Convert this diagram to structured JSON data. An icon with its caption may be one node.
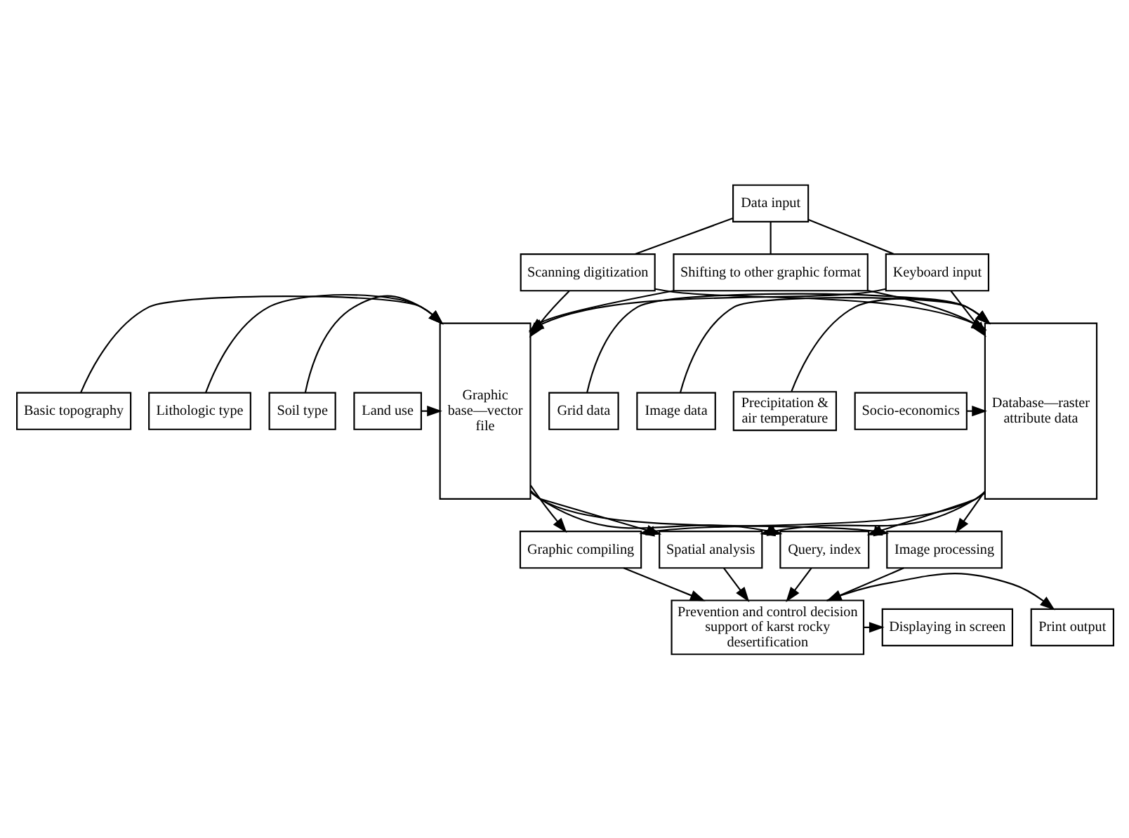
{
  "diagram": {
    "nodes": [
      {
        "text": [
          "Data input"
        ]
      },
      {
        "text": [
          "Scanning digitization"
        ]
      },
      {
        "text": [
          "Shifting to other graphic format"
        ]
      },
      {
        "text": [
          "Keyboard input"
        ]
      },
      {
        "text": [
          "Grid data"
        ]
      },
      {
        "text": [
          "Image data"
        ]
      },
      {
        "text": [
          "Precipitation & air temperature"
        ]
      },
      {
        "text": [
          "Socio-economics"
        ]
      },
      {
        "text": [
          "Database—raster attribute data"
        ]
      },
      {
        "text": [
          "Graphic base—vector file"
        ]
      },
      {
        "text": [
          "Basic topography"
        ]
      },
      {
        "text": [
          "Lithologic type"
        ]
      },
      {
        "text": [
          "Soil type"
        ]
      },
      {
        "text": [
          "Land use"
        ]
      },
      {
        "text": [
          "Query, index"
        ]
      },
      {
        "text": [
          "Image processing"
        ]
      },
      {
        "text": [
          "Graphic compiling"
        ]
      },
      {
        "text": [
          "Spatial analysis"
        ]
      },
      {
        "text": [
          "Prevention and control decision support of karst rocky desertification"
        ]
      },
      {
        "text": [
          "Displaying in screen"
        ]
      },
      {
        "text": [
          "Print output"
        ]
      }
    ],
    "edges": [
      {
        "from": 0,
        "to": 1,
        "arrow": "none"
      },
      {
        "from": 0,
        "to": 2,
        "arrow": "none"
      },
      {
        "from": 0,
        "to": 3,
        "arrow": "none"
      },
      {
        "from": 1,
        "to": 8,
        "arrow": "to"
      },
      {
        "from": 2,
        "to": 8,
        "arrow": "to"
      },
      {
        "from": 3,
        "to": 8,
        "arrow": "to"
      },
      {
        "from": 1,
        "to": 9,
        "arrow": "to"
      },
      {
        "from": 2,
        "to": 9,
        "arrow": "to"
      },
      {
        "from": 3,
        "to": 9,
        "arrow": "to"
      },
      {
        "from": 4,
        "to": 8,
        "arrow": "to"
      },
      {
        "from": 5,
        "to": 8,
        "arrow": "to"
      },
      {
        "from": 6,
        "to": 8,
        "arrow": "to"
      },
      {
        "from": 7,
        "to": 8,
        "arrow": "to"
      },
      {
        "from": 10,
        "to": 9,
        "arrow": "to"
      },
      {
        "from": 11,
        "to": 9,
        "arrow": "to"
      },
      {
        "from": 12,
        "to": 9,
        "arrow": "to"
      },
      {
        "from": 13,
        "to": 9,
        "arrow": "to"
      },
      {
        "from": 8,
        "to": 14,
        "arrow": "to"
      },
      {
        "from": 8,
        "to": 15,
        "arrow": "to"
      },
      {
        "from": 8,
        "to": 16,
        "arrow": "to"
      },
      {
        "from": 8,
        "to": 17,
        "arrow": "to"
      },
      {
        "from": 9,
        "to": 14,
        "arrow": "to"
      },
      {
        "from": 9,
        "to": 15,
        "arrow": "to"
      },
      {
        "from": 9,
        "to": 16,
        "arrow": "to"
      },
      {
        "from": 9,
        "to": 17,
        "arrow": "to"
      },
      {
        "from": 14,
        "to": 18,
        "arrow": "to"
      },
      {
        "from": 15,
        "to": 18,
        "arrow": "to"
      },
      {
        "from": 16,
        "to": 18,
        "arrow": "to"
      },
      {
        "from": 17,
        "to": 18,
        "arrow": "to"
      },
      {
        "from": 18,
        "to": 19,
        "arrow": "to"
      },
      {
        "from": 18,
        "to": 20,
        "arrow": "to"
      }
    ]
  }
}
